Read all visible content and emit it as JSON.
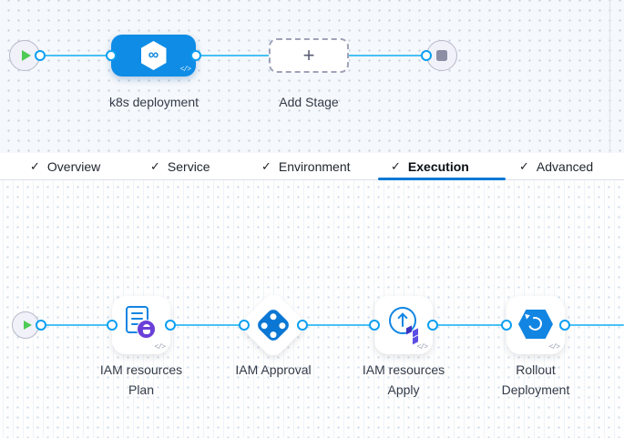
{
  "icons": {
    "check": "✓",
    "plus": "+",
    "infinity": "∞",
    "code": "</>"
  },
  "colors": {
    "accent_blue": "#0278d5",
    "connector_line": "#47c1f3",
    "stage_node_blue": "#0e8ce6",
    "terraform_purple": "#6a3fd8",
    "play_green": "#4fca57",
    "stop_gray": "#8b8ea4",
    "canvas_top_bg": "#f5f8fc",
    "canvas_bottom_bg": "#fefefe"
  },
  "stage_graph": {
    "stage_label": "k8s deployment",
    "add_stage_label": "Add Stage"
  },
  "tabs": [
    {
      "label": "Overview",
      "checked": true,
      "active": false
    },
    {
      "label": "Service",
      "checked": true,
      "active": false
    },
    {
      "label": "Environment",
      "checked": true,
      "active": false
    },
    {
      "label": "Execution",
      "checked": true,
      "active": true
    },
    {
      "label": "Advanced",
      "checked": true,
      "active": false
    }
  ],
  "execution_graph": {
    "steps": [
      {
        "type": "terraform-plan",
        "line1": "IAM resources",
        "line2": "Plan"
      },
      {
        "type": "approval",
        "line1": "IAM Approval",
        "line2": ""
      },
      {
        "type": "terraform-apply",
        "line1": "IAM resources",
        "line2": "Apply"
      },
      {
        "type": "rollout-deployment",
        "line1": "Rollout",
        "line2": "Deployment"
      }
    ]
  }
}
